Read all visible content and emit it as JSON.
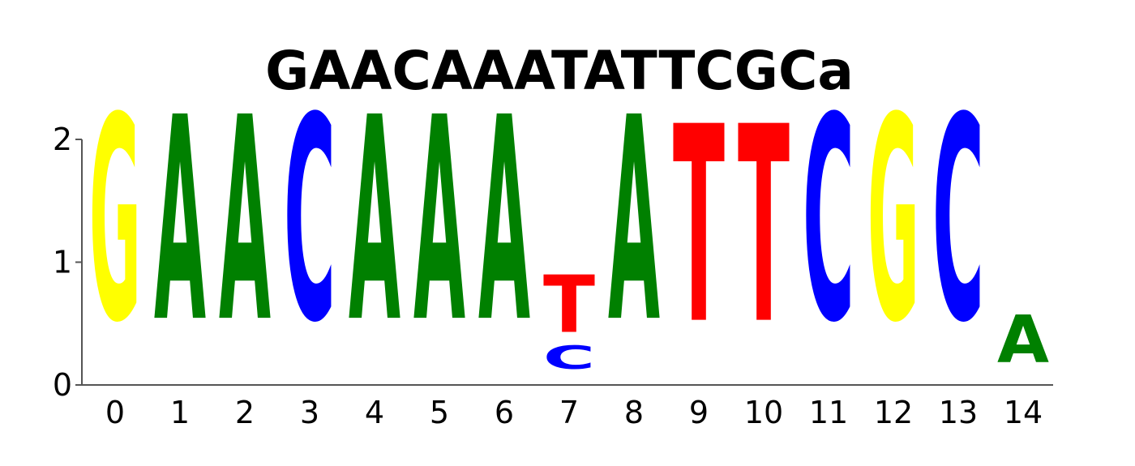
{
  "chart_data": {
    "type": "sequence-logo",
    "title": "GAACAAATATTCGCa",
    "xlabel": "",
    "ylabel": "",
    "ylim": [
      0,
      2
    ],
    "y_ticks": [
      "0",
      "1",
      "2"
    ],
    "categories": [
      "0",
      "1",
      "2",
      "3",
      "4",
      "5",
      "6",
      "7",
      "8",
      "9",
      "10",
      "11",
      "12",
      "13",
      "14"
    ],
    "positions": [
      {
        "x": "0",
        "letters": [
          {
            "base": "G",
            "height": 1.95
          }
        ]
      },
      {
        "x": "1",
        "letters": [
          {
            "base": "A",
            "height": 1.95
          }
        ]
      },
      {
        "x": "2",
        "letters": [
          {
            "base": "A",
            "height": 1.95
          }
        ]
      },
      {
        "x": "3",
        "letters": [
          {
            "base": "C",
            "height": 1.95
          }
        ]
      },
      {
        "x": "4",
        "letters": [
          {
            "base": "A",
            "height": 1.95
          }
        ]
      },
      {
        "x": "5",
        "letters": [
          {
            "base": "A",
            "height": 1.95
          }
        ]
      },
      {
        "x": "6",
        "letters": [
          {
            "base": "A",
            "height": 1.95
          }
        ]
      },
      {
        "x": "7",
        "letters": [
          {
            "base": "C",
            "height": 0.22
          },
          {
            "base": "T",
            "height": 0.55
          }
        ]
      },
      {
        "x": "8",
        "letters": [
          {
            "base": "A",
            "height": 1.95
          }
        ]
      },
      {
        "x": "9",
        "letters": [
          {
            "base": "T",
            "height": 1.88
          }
        ]
      },
      {
        "x": "10",
        "letters": [
          {
            "base": "T",
            "height": 1.88
          }
        ]
      },
      {
        "x": "11",
        "letters": [
          {
            "base": "C",
            "height": 1.95
          }
        ]
      },
      {
        "x": "12",
        "letters": [
          {
            "base": "G",
            "height": 1.95
          }
        ]
      },
      {
        "x": "13",
        "letters": [
          {
            "base": "C",
            "height": 1.95
          }
        ]
      },
      {
        "x": "14",
        "letters": [
          {
            "base": "A",
            "height": 0.45
          }
        ]
      }
    ],
    "colors": {
      "A": "#008000",
      "C": "#0000ff",
      "G": "#ffff00",
      "T": "#ff0000"
    },
    "grid": false,
    "legend": "none"
  }
}
